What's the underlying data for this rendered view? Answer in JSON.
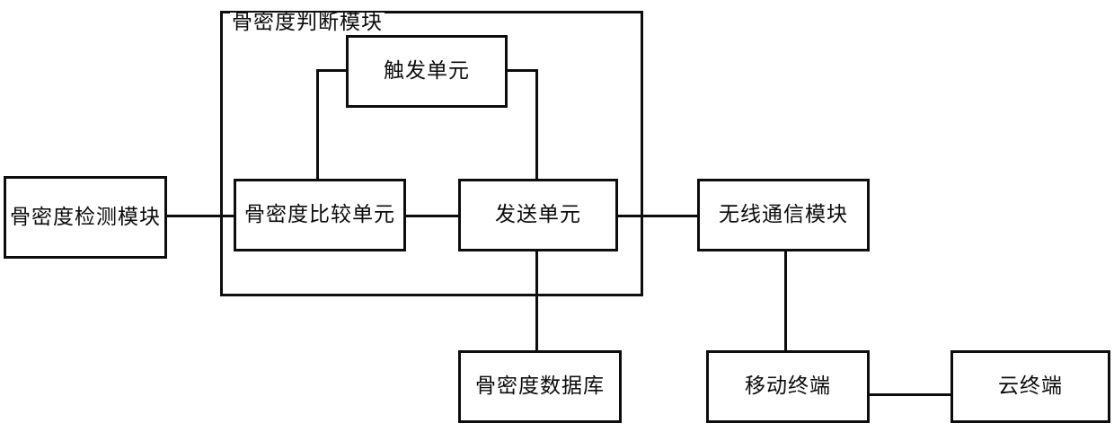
{
  "diagram": {
    "title_text": "骨密度判断模块",
    "container": {
      "label": "骨密度判断模块",
      "name": "bone-density-judgment-module"
    },
    "nodes": [
      {
        "id": "detection",
        "label": "骨密度检测模块",
        "name": "bone-density-detection-module"
      },
      {
        "id": "trigger",
        "label": "触发单元",
        "name": "trigger-unit"
      },
      {
        "id": "comparison",
        "label": "骨密度比较单元",
        "name": "bone-density-comparison-unit"
      },
      {
        "id": "sending",
        "label": "发送单元",
        "name": "sending-unit"
      },
      {
        "id": "wireless",
        "label": "无线通信模块",
        "name": "wireless-communication-module"
      },
      {
        "id": "database",
        "label": "骨密度数据库",
        "name": "bone-density-database"
      },
      {
        "id": "mobile",
        "label": "移动终端",
        "name": "mobile-terminal"
      },
      {
        "id": "cloud",
        "label": "云终端",
        "name": "cloud-terminal"
      }
    ],
    "colors": {
      "line": "#0d0d0d",
      "background": "#ffffff",
      "text": "#0b0b0b"
    }
  }
}
